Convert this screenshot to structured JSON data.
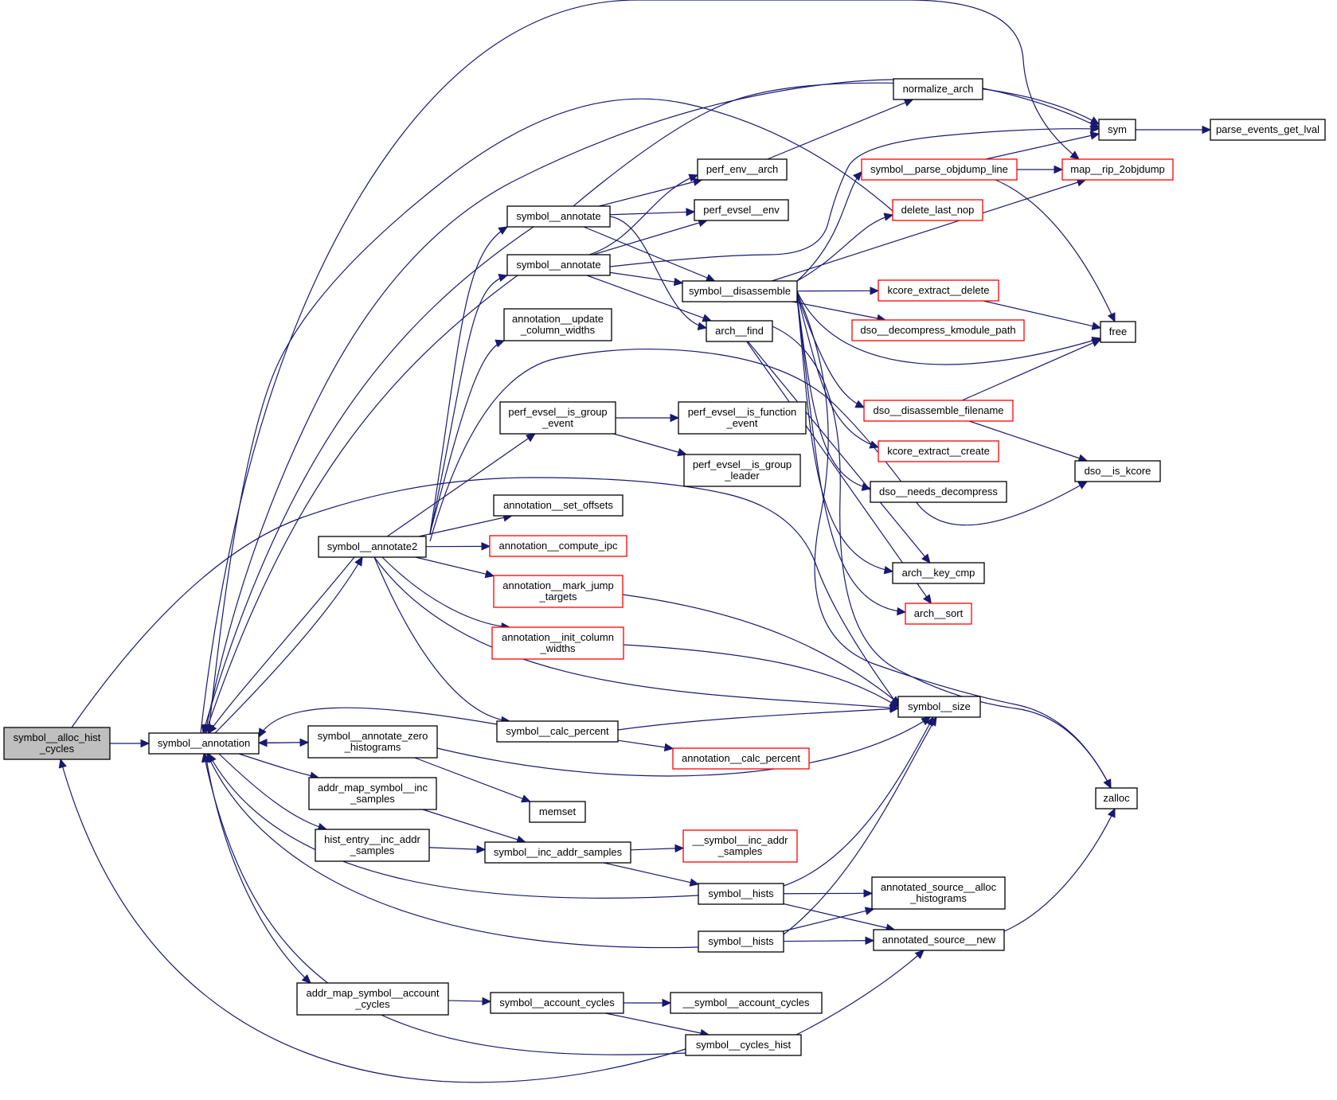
{
  "graph": {
    "type": "call-graph",
    "colors": {
      "edge": "#191970",
      "node_border": "#000000",
      "truncated_node_border": "#ff0000",
      "root_fill": "#bfbfbf",
      "background": "#ffffff"
    },
    "nodes": [
      {
        "id": "n0",
        "lines": [
          "symbol__alloc_hist",
          "_cycles"
        ],
        "style": "root"
      },
      {
        "id": "n1",
        "lines": [
          "symbol__annotation"
        ],
        "style": "normal"
      },
      {
        "id": "n2",
        "lines": [
          "symbol__annotate2"
        ],
        "style": "normal"
      },
      {
        "id": "n3",
        "lines": [
          "symbol__annotate"
        ],
        "style": "normal"
      },
      {
        "id": "n4",
        "lines": [
          "symbol__annotate"
        ],
        "style": "normal"
      },
      {
        "id": "n5",
        "lines": [
          "annotation__update",
          "_column_widths"
        ],
        "style": "normal"
      },
      {
        "id": "n6",
        "lines": [
          "perf_evsel__is_group",
          "_event"
        ],
        "style": "normal"
      },
      {
        "id": "n7",
        "lines": [
          "annotation__set_offsets"
        ],
        "style": "normal"
      },
      {
        "id": "n8",
        "lines": [
          "annotation__compute_ipc"
        ],
        "style": "truncated"
      },
      {
        "id": "n9",
        "lines": [
          "annotation__mark_jump",
          "_targets"
        ],
        "style": "truncated"
      },
      {
        "id": "n10",
        "lines": [
          "annotation__init_column",
          "_widths"
        ],
        "style": "truncated"
      },
      {
        "id": "n11",
        "lines": [
          "symbol__calc_percent"
        ],
        "style": "normal"
      },
      {
        "id": "n12",
        "lines": [
          "symbol__annotate_zero",
          "_histograms"
        ],
        "style": "normal"
      },
      {
        "id": "n13",
        "lines": [
          "addr_map_symbol__inc",
          "_samples"
        ],
        "style": "normal"
      },
      {
        "id": "n14",
        "lines": [
          "hist_entry__inc_addr",
          "_samples"
        ],
        "style": "normal"
      },
      {
        "id": "n15",
        "lines": [
          "memset"
        ],
        "style": "normal"
      },
      {
        "id": "n16",
        "lines": [
          "symbol__inc_addr_samples"
        ],
        "style": "normal"
      },
      {
        "id": "n17",
        "lines": [
          "__symbol__inc_addr",
          "_samples"
        ],
        "style": "truncated"
      },
      {
        "id": "n18",
        "lines": [
          "symbol__hists"
        ],
        "style": "normal"
      },
      {
        "id": "n19",
        "lines": [
          "symbol__hists"
        ],
        "style": "normal"
      },
      {
        "id": "n20",
        "lines": [
          "addr_map_symbol__account",
          "_cycles"
        ],
        "style": "normal"
      },
      {
        "id": "n21",
        "lines": [
          "symbol__account_cycles"
        ],
        "style": "normal"
      },
      {
        "id": "n22",
        "lines": [
          "__symbol__account_cycles"
        ],
        "style": "normal"
      },
      {
        "id": "n23",
        "lines": [
          "symbol__cycles_hist"
        ],
        "style": "normal"
      },
      {
        "id": "n24",
        "lines": [
          "perf_env__arch"
        ],
        "style": "normal"
      },
      {
        "id": "n25",
        "lines": [
          "perf_evsel__env"
        ],
        "style": "normal"
      },
      {
        "id": "n26",
        "lines": [
          "symbol__disassemble"
        ],
        "style": "normal"
      },
      {
        "id": "n27",
        "lines": [
          "arch__find"
        ],
        "style": "normal"
      },
      {
        "id": "n28",
        "lines": [
          "perf_evsel__is_function",
          "_event"
        ],
        "style": "normal"
      },
      {
        "id": "n29",
        "lines": [
          "perf_evsel__is_group",
          "_leader"
        ],
        "style": "normal"
      },
      {
        "id": "n30",
        "lines": [
          "annotation__calc_percent"
        ],
        "style": "truncated"
      },
      {
        "id": "n31",
        "lines": [
          "symbol__size"
        ],
        "style": "normal"
      },
      {
        "id": "n32",
        "lines": [
          "annotated_source__alloc",
          "_histograms"
        ],
        "style": "normal"
      },
      {
        "id": "n33",
        "lines": [
          "annotated_source__new"
        ],
        "style": "normal"
      },
      {
        "id": "n34",
        "lines": [
          "normalize_arch"
        ],
        "style": "normal"
      },
      {
        "id": "n35",
        "lines": [
          "symbol__parse_objdump_line"
        ],
        "style": "truncated"
      },
      {
        "id": "n36",
        "lines": [
          "delete_last_nop"
        ],
        "style": "truncated"
      },
      {
        "id": "n37",
        "lines": [
          "kcore_extract__delete"
        ],
        "style": "truncated"
      },
      {
        "id": "n38",
        "lines": [
          "dso__decompress_kmodule_path"
        ],
        "style": "truncated"
      },
      {
        "id": "n39",
        "lines": [
          "dso__disassemble_filename"
        ],
        "style": "truncated"
      },
      {
        "id": "n40",
        "lines": [
          "kcore_extract__create"
        ],
        "style": "truncated"
      },
      {
        "id": "n41",
        "lines": [
          "dso__needs_decompress"
        ],
        "style": "normal"
      },
      {
        "id": "n42",
        "lines": [
          "arch__key_cmp"
        ],
        "style": "normal"
      },
      {
        "id": "n43",
        "lines": [
          "arch__sort"
        ],
        "style": "truncated"
      },
      {
        "id": "n44",
        "lines": [
          "sym"
        ],
        "style": "normal"
      },
      {
        "id": "n45",
        "lines": [
          "map__rip_2objdump"
        ],
        "style": "truncated"
      },
      {
        "id": "n46",
        "lines": [
          "free"
        ],
        "style": "normal"
      },
      {
        "id": "n47",
        "lines": [
          "dso__is_kcore"
        ],
        "style": "normal"
      },
      {
        "id": "n48",
        "lines": [
          "zalloc"
        ],
        "style": "normal"
      },
      {
        "id": "n49",
        "lines": [
          "parse_events_get_lval"
        ],
        "style": "normal"
      }
    ],
    "edges": [
      [
        "n0",
        "n1"
      ],
      [
        "n0",
        "n31"
      ],
      [
        "n1",
        "n2"
      ],
      [
        "n1",
        "n12"
      ],
      [
        "n1",
        "n13"
      ],
      [
        "n1",
        "n14"
      ],
      [
        "n1",
        "n20"
      ],
      [
        "n1",
        "n44"
      ],
      [
        "n1",
        "n45"
      ],
      [
        "n2",
        "n1"
      ],
      [
        "n2",
        "n3"
      ],
      [
        "n2",
        "n4"
      ],
      [
        "n2",
        "n5"
      ],
      [
        "n2",
        "n6"
      ],
      [
        "n2",
        "n7"
      ],
      [
        "n2",
        "n8"
      ],
      [
        "n2",
        "n9"
      ],
      [
        "n2",
        "n10"
      ],
      [
        "n2",
        "n11"
      ],
      [
        "n2",
        "n31"
      ],
      [
        "n2",
        "n47"
      ],
      [
        "n3",
        "n1"
      ],
      [
        "n3",
        "n24"
      ],
      [
        "n3",
        "n25"
      ],
      [
        "n3",
        "n26"
      ],
      [
        "n3",
        "n27"
      ],
      [
        "n3",
        "n44"
      ],
      [
        "n4",
        "n1"
      ],
      [
        "n4",
        "n24"
      ],
      [
        "n4",
        "n25"
      ],
      [
        "n4",
        "n26"
      ],
      [
        "n4",
        "n27"
      ],
      [
        "n4",
        "n44"
      ],
      [
        "n6",
        "n28"
      ],
      [
        "n6",
        "n29"
      ],
      [
        "n9",
        "n31"
      ],
      [
        "n10",
        "n31"
      ],
      [
        "n11",
        "n1"
      ],
      [
        "n11",
        "n30"
      ],
      [
        "n11",
        "n31"
      ],
      [
        "n12",
        "n1"
      ],
      [
        "n12",
        "n15"
      ],
      [
        "n12",
        "n31"
      ],
      [
        "n13",
        "n16"
      ],
      [
        "n14",
        "n16"
      ],
      [
        "n16",
        "n17"
      ],
      [
        "n16",
        "n18"
      ],
      [
        "n18",
        "n1"
      ],
      [
        "n18",
        "n31"
      ],
      [
        "n18",
        "n32"
      ],
      [
        "n18",
        "n33"
      ],
      [
        "n19",
        "n1"
      ],
      [
        "n19",
        "n31"
      ],
      [
        "n19",
        "n32"
      ],
      [
        "n19",
        "n33"
      ],
      [
        "n20",
        "n21"
      ],
      [
        "n21",
        "n22"
      ],
      [
        "n21",
        "n23"
      ],
      [
        "n23",
        "n0"
      ],
      [
        "n23",
        "n1"
      ],
      [
        "n23",
        "n33"
      ],
      [
        "n24",
        "n34"
      ],
      [
        "n26",
        "n35"
      ],
      [
        "n26",
        "n36"
      ],
      [
        "n26",
        "n37"
      ],
      [
        "n26",
        "n38"
      ],
      [
        "n26",
        "n39"
      ],
      [
        "n26",
        "n40"
      ],
      [
        "n26",
        "n41"
      ],
      [
        "n26",
        "n42"
      ],
      [
        "n26",
        "n43"
      ],
      [
        "n26",
        "n45"
      ],
      [
        "n26",
        "n46"
      ],
      [
        "n26",
        "n48"
      ],
      [
        "n27",
        "n42"
      ],
      [
        "n27",
        "n43"
      ],
      [
        "n27",
        "n48"
      ],
      [
        "n35",
        "n44"
      ],
      [
        "n35",
        "n45"
      ],
      [
        "n35",
        "n46"
      ],
      [
        "n36",
        "n1"
      ],
      [
        "n37",
        "n46"
      ],
      [
        "n39",
        "n46"
      ],
      [
        "n39",
        "n47"
      ],
      [
        "n33",
        "n48"
      ],
      [
        "n44",
        "n49"
      ]
    ]
  }
}
